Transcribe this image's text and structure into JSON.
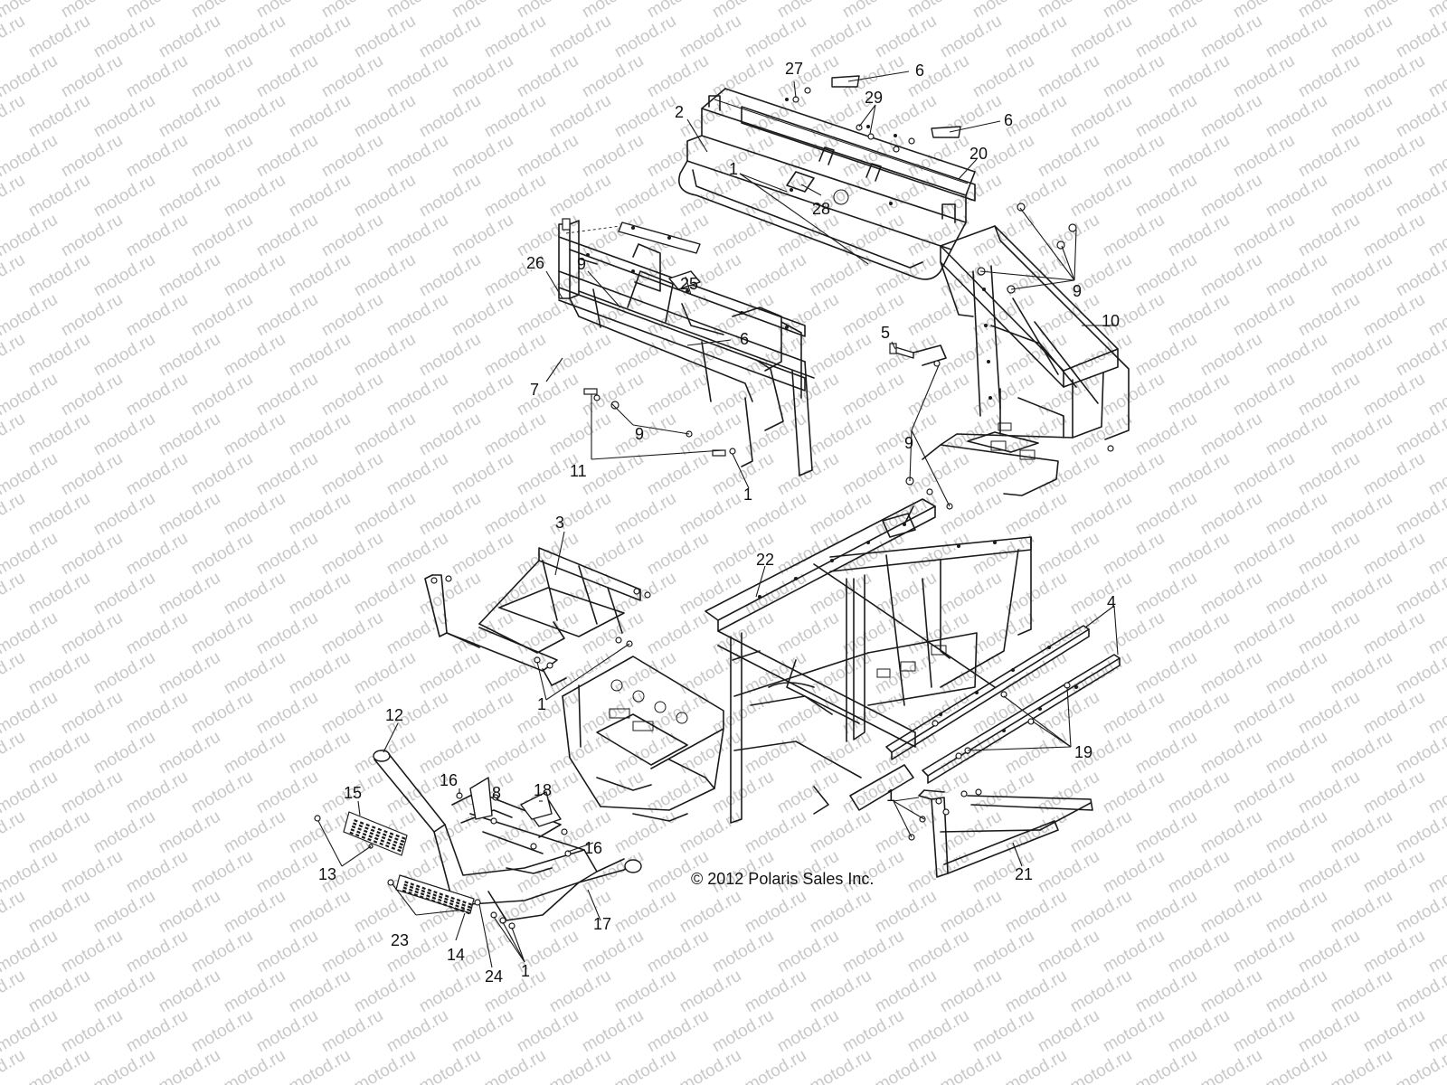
{
  "watermark": {
    "text": "motod.ru"
  },
  "copyright": {
    "text": "© 2012 Polaris Sales Inc."
  },
  "callouts": [
    {
      "id": "c27",
      "label": "27"
    },
    {
      "id": "c6a",
      "label": "6"
    },
    {
      "id": "c2",
      "label": "2"
    },
    {
      "id": "c29",
      "label": "29"
    },
    {
      "id": "c6b",
      "label": "6"
    },
    {
      "id": "c1a",
      "label": "1"
    },
    {
      "id": "c20",
      "label": "20"
    },
    {
      "id": "c28",
      "label": "28"
    },
    {
      "id": "c26",
      "label": "26"
    },
    {
      "id": "c9a",
      "label": "9"
    },
    {
      "id": "c25",
      "label": "25"
    },
    {
      "id": "c9b",
      "label": "9"
    },
    {
      "id": "c10",
      "label": "10"
    },
    {
      "id": "c5",
      "label": "5"
    },
    {
      "id": "c6c",
      "label": "6"
    },
    {
      "id": "c7",
      "label": "7"
    },
    {
      "id": "c9c",
      "label": "9"
    },
    {
      "id": "c9d",
      "label": "9"
    },
    {
      "id": "c11",
      "label": "11"
    },
    {
      "id": "c1b",
      "label": "1"
    },
    {
      "id": "c3",
      "label": "3"
    },
    {
      "id": "c22",
      "label": "22"
    },
    {
      "id": "c4",
      "label": "4"
    },
    {
      "id": "c1c",
      "label": "1"
    },
    {
      "id": "c12",
      "label": "12"
    },
    {
      "id": "c19",
      "label": "19"
    },
    {
      "id": "c16a",
      "label": "16"
    },
    {
      "id": "c8",
      "label": "8"
    },
    {
      "id": "c18",
      "label": "18"
    },
    {
      "id": "c15",
      "label": "15"
    },
    {
      "id": "c1d",
      "label": "1"
    },
    {
      "id": "c16b",
      "label": "16"
    },
    {
      "id": "c13",
      "label": "13"
    },
    {
      "id": "c21",
      "label": "21"
    },
    {
      "id": "c17",
      "label": "17"
    },
    {
      "id": "c23",
      "label": "23"
    },
    {
      "id": "c14",
      "label": "14"
    },
    {
      "id": "c24",
      "label": "24"
    },
    {
      "id": "c1e",
      "label": "1"
    }
  ]
}
